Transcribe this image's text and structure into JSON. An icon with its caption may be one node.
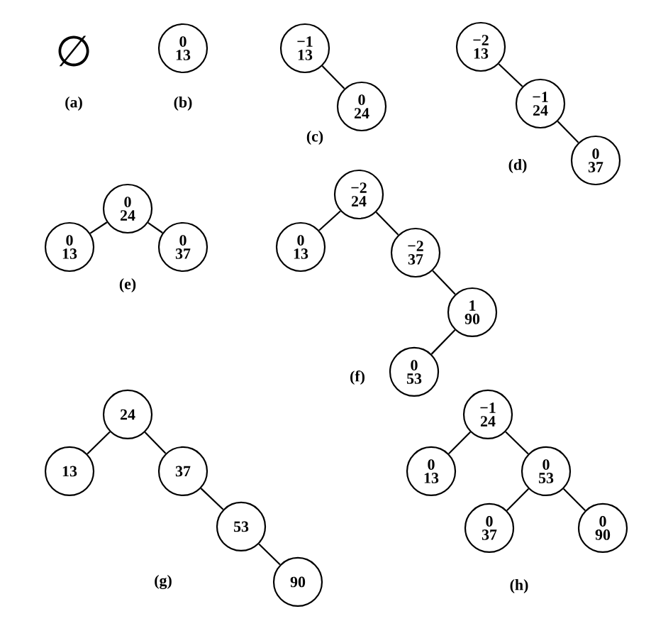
{
  "diagram": {
    "nodes": [
      {
        "text": [
          "0",
          "13"
        ]
      },
      {
        "text": [
          "−1",
          "13"
        ]
      },
      {
        "text": [
          "0",
          "24"
        ]
      },
      {
        "text": [
          "−2",
          "13"
        ]
      },
      {
        "text": [
          "−1",
          "24"
        ]
      },
      {
        "text": [
          "0",
          "37"
        ]
      },
      {
        "text": [
          "0",
          "24"
        ]
      },
      {
        "text": [
          "0",
          "13"
        ]
      },
      {
        "text": [
          "0",
          "37"
        ]
      },
      {
        "text": [
          "−2",
          "24"
        ]
      },
      {
        "text": [
          "0",
          "13"
        ]
      },
      {
        "text": [
          "−2",
          "37"
        ]
      },
      {
        "text": [
          "1",
          "90"
        ]
      },
      {
        "text": [
          "0",
          "53"
        ]
      },
      {
        "text": [
          "24"
        ]
      },
      {
        "text": [
          "13"
        ]
      },
      {
        "text": [
          "37"
        ]
      },
      {
        "text": [
          "53"
        ]
      },
      {
        "text": [
          "90"
        ]
      },
      {
        "text": [
          "−1",
          "24"
        ]
      },
      {
        "text": [
          "0",
          "13"
        ]
      },
      {
        "text": [
          "0",
          "53"
        ]
      },
      {
        "text": [
          "0",
          "37"
        ]
      },
      {
        "text": [
          "0",
          "90"
        ]
      }
    ],
    "edges": [
      {
        "from": 1,
        "to": 2,
        "arrow": "none"
      },
      {
        "from": 3,
        "to": 4,
        "arrow": "none"
      },
      {
        "from": 4,
        "to": 5,
        "arrow": "none"
      },
      {
        "from": 6,
        "to": 7,
        "arrow": "none"
      },
      {
        "from": 6,
        "to": 8,
        "arrow": "none"
      },
      {
        "from": 9,
        "to": 10,
        "arrow": "none"
      },
      {
        "from": 9,
        "to": 11,
        "arrow": "none"
      },
      {
        "from": 11,
        "to": 12,
        "arrow": "none"
      },
      {
        "from": 12,
        "to": 13,
        "arrow": "none"
      },
      {
        "from": 14,
        "to": 15,
        "arrow": "none"
      },
      {
        "from": 14,
        "to": 16,
        "arrow": "none"
      },
      {
        "from": 16,
        "to": 17,
        "arrow": "none"
      },
      {
        "from": 17,
        "to": 18,
        "arrow": "none"
      },
      {
        "from": 19,
        "to": 20,
        "arrow": "none"
      },
      {
        "from": 19,
        "to": 21,
        "arrow": "none"
      },
      {
        "from": 21,
        "to": 22,
        "arrow": "none"
      },
      {
        "from": 21,
        "to": 23,
        "arrow": "none"
      }
    ],
    "labels": [
      "∅",
      "(a)",
      "(b)",
      "(c)",
      "(d)",
      "(e)",
      "(f)",
      "(g)",
      "(h)"
    ]
  }
}
